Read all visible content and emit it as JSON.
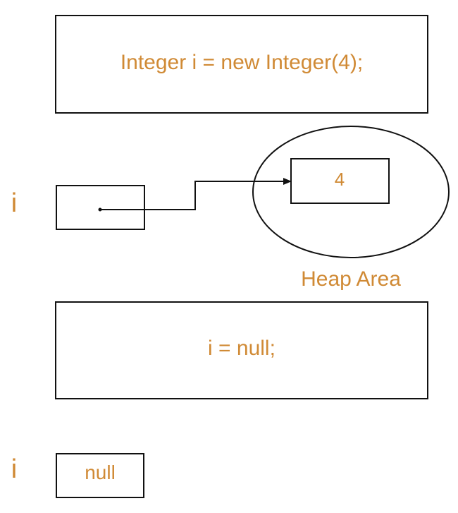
{
  "code_box_1": {
    "text": "Integer i = new Integer(4);"
  },
  "reference_1": {
    "var": "i"
  },
  "heap": {
    "value": "4",
    "label": "Heap Area"
  },
  "code_box_2": {
    "text": "i = null;"
  },
  "reference_2": {
    "var": "i",
    "value": "null"
  },
  "colors": {
    "text": "#d08a35",
    "stroke": "#111111"
  }
}
